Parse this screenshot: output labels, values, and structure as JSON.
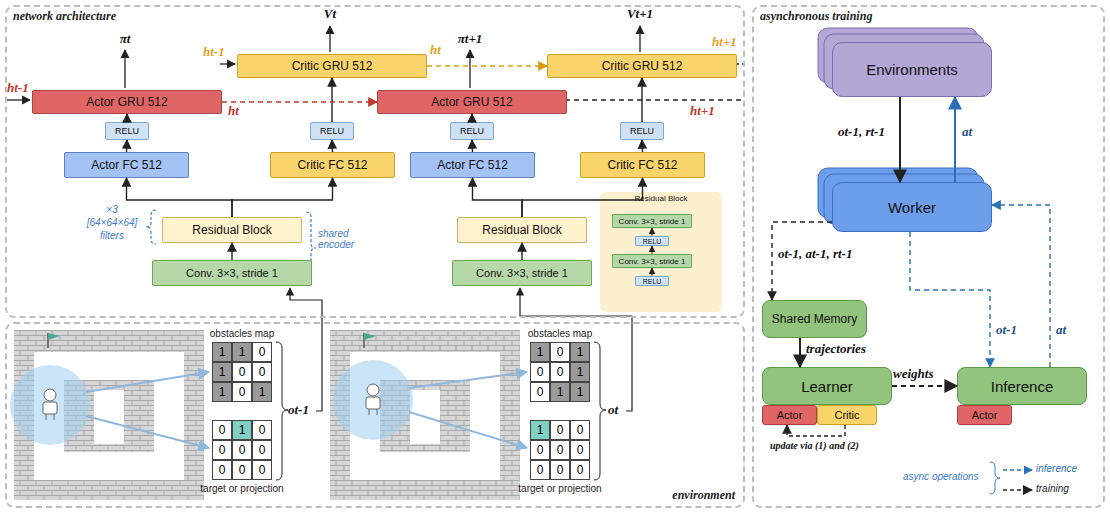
{
  "diagram": {
    "nodes": [
      {
        "text": [
          "network architecture"
        ]
      },
      {
        "text": [
          "Actor GRU 512"
        ],
        "in": 0
      },
      {
        "text": [
          "Critic GRU 512"
        ],
        "in": 0
      },
      {
        "text": [
          "Actor GRU 512"
        ],
        "in": 0
      },
      {
        "text": [
          "Critic GRU 512"
        ],
        "in": 0
      },
      {
        "text": [
          "RELU"
        ],
        "in": 0
      },
      {
        "text": [
          "RELU"
        ],
        "in": 0
      },
      {
        "text": [
          "RELU"
        ],
        "in": 0
      },
      {
        "text": [
          "RELU"
        ],
        "in": 0
      },
      {
        "text": [
          "Actor FC 512"
        ],
        "in": 0
      },
      {
        "text": [
          "Critic FC 512"
        ],
        "in": 0
      },
      {
        "text": [
          "Actor FC 512"
        ],
        "in": 0
      },
      {
        "text": [
          "Critic FC 512"
        ],
        "in": 0
      },
      {
        "text": [
          "Residual Block"
        ],
        "in": 0
      },
      {
        "text": [
          "Residual Block"
        ],
        "in": 0
      },
      {
        "text": [
          "Conv. 3×3, stride 1"
        ],
        "in": 0
      },
      {
        "text": [
          "Conv. 3×3, stride 1"
        ],
        "in": 0
      },
      {
        "text": [
          "Residual Block"
        ],
        "in": 0
      },
      {
        "text": [
          "Conv. 3×3, stride 1"
        ],
        "in": 17
      },
      {
        "text": [
          "RELU"
        ],
        "in": 17
      },
      {
        "text": [
          "Conv. 3×3, stride 1"
        ],
        "in": 17
      },
      {
        "text": [
          "RELU"
        ],
        "in": 17
      },
      {
        "text": [
          "environment"
        ]
      },
      {
        "text": [
          "asynchronous training"
        ]
      },
      {
        "text": [
          "Environments"
        ],
        "in": 23
      },
      {
        "text": [
          "Worker"
        ],
        "in": 23
      },
      {
        "text": [
          "Shared Memory"
        ],
        "in": 23
      },
      {
        "text": [
          "Learner"
        ],
        "in": 23
      },
      {
        "text": [
          "Actor"
        ],
        "in": 23
      },
      {
        "text": [
          "Critic"
        ],
        "in": 23
      },
      {
        "text": [
          "Inference"
        ],
        "in": 23
      },
      {
        "text": [
          "Actor"
        ],
        "in": 23
      }
    ],
    "edges": [
      {
        "from": 15,
        "to": 13,
        "arrow": "to"
      },
      {
        "from": 16,
        "to": 14,
        "arrow": "to"
      },
      {
        "from": 13,
        "to": 9,
        "arrow": "to"
      },
      {
        "from": 13,
        "to": 10,
        "arrow": "to"
      },
      {
        "from": 14,
        "to": 11,
        "arrow": "to"
      },
      {
        "from": 14,
        "to": 12,
        "arrow": "to"
      },
      {
        "from": 9,
        "to": 5,
        "arrow": "to"
      },
      {
        "from": 10,
        "to": 6,
        "arrow": "to"
      },
      {
        "from": 11,
        "to": 7,
        "arrow": "to"
      },
      {
        "from": 12,
        "to": 8,
        "arrow": "to"
      },
      {
        "from": 5,
        "to": 1,
        "arrow": "to"
      },
      {
        "from": 6,
        "to": 2,
        "arrow": "to"
      },
      {
        "from": 7,
        "to": 3,
        "arrow": "to"
      },
      {
        "from": 8,
        "to": 4,
        "arrow": "to"
      },
      {
        "from": 1,
        "to": 3,
        "arrow": "to"
      },
      {
        "from": 2,
        "to": 4,
        "arrow": "to"
      },
      {
        "from": 21,
        "to": 20,
        "arrow": "to"
      },
      {
        "from": 20,
        "to": 19,
        "arrow": "to"
      },
      {
        "from": 19,
        "to": 18,
        "arrow": "to"
      },
      {
        "from": 24,
        "to": 25,
        "label": "ot-1, rt-1",
        "arrow": "to"
      },
      {
        "from": 25,
        "to": 24,
        "label": "at",
        "arrow": "to"
      },
      {
        "from": 25,
        "to": 26,
        "label": "ot-1, at-1, rt-1",
        "arrow": "to"
      },
      {
        "from": 26,
        "to": 27,
        "label": "trajectories",
        "arrow": "to"
      },
      {
        "from": 27,
        "to": 30,
        "label": "weights",
        "arrow": "to"
      },
      {
        "from": 25,
        "to": 30,
        "label": "ot-1",
        "arrow": "to"
      },
      {
        "from": 30,
        "to": 25,
        "label": "at",
        "arrow": "to"
      },
      {
        "from": 29,
        "to": 28,
        "label": "update via (1) and (2)",
        "arrow": "to"
      }
    ],
    "labels": [
      "πt",
      "Vt",
      "πt+1",
      "Vt+1",
      "ht-1",
      "ht",
      "ht-1",
      "ht",
      "ht+1",
      "ht+1",
      "×3",
      "[64×64×64]",
      "filters",
      "shared encoder",
      "obstacles map",
      "target or projection",
      "ot-1",
      "obstacles map",
      "target or projection",
      "ot",
      "async operations",
      "1",
      "1",
      "0",
      "1",
      "0",
      "0",
      "1",
      "0",
      "1",
      "0",
      "1",
      "0",
      "0",
      "0",
      "0",
      "0",
      "0",
      "0",
      "1",
      "0",
      "1",
      "0",
      "0",
      "1",
      "0",
      "1",
      "1",
      "1",
      "0",
      "0",
      "0",
      "0",
      "0",
      "0",
      "0",
      "0"
    ],
    "legend": [
      {
        "text": "inference"
      },
      {
        "text": "training"
      }
    ]
  }
}
